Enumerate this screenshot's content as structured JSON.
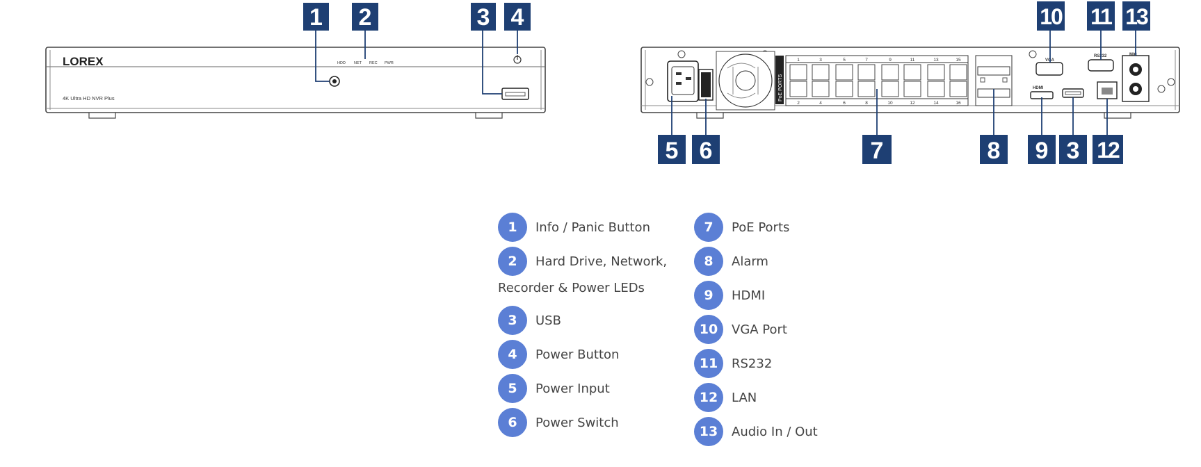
{
  "device": {
    "brand_logo": "LOREX",
    "model_text": "4K Ultra HD NVR Plus",
    "front_leds": [
      "HDD",
      "NET",
      "REC",
      "PWR"
    ],
    "poe_label": "PoE PORTS",
    "port_numbers_top": [
      "1",
      "3",
      "5",
      "7",
      "9",
      "11",
      "13",
      "15"
    ],
    "port_numbers_bottom": [
      "2",
      "4",
      "6",
      "8",
      "10",
      "12",
      "14",
      "16"
    ],
    "rear_labels": {
      "vga": "VGA",
      "rs232": "RS232",
      "mic": "MIC",
      "hdmi": "HDMI"
    }
  },
  "callouts": {
    "front": [
      "1",
      "2",
      "3",
      "4"
    ],
    "rear_top": [
      "10",
      "11",
      "13"
    ],
    "rear_bottom": [
      "5",
      "6",
      "7",
      "8",
      "9",
      "3",
      "12"
    ]
  },
  "legend": {
    "left": [
      {
        "num": "1",
        "label": "Info / Panic Button"
      },
      {
        "num": "2",
        "label_line1": "Hard Drive, Network,",
        "label_line2": "Recorder & Power LEDs"
      },
      {
        "num": "3",
        "label": "USB"
      },
      {
        "num": "4",
        "label": "Power Button"
      },
      {
        "num": "5",
        "label": "Power Input"
      },
      {
        "num": "6",
        "label": "Power Switch"
      }
    ],
    "right": [
      {
        "num": "7",
        "label": "PoE Ports"
      },
      {
        "num": "8",
        "label": "Alarm"
      },
      {
        "num": "9",
        "label": "HDMI"
      },
      {
        "num": "10",
        "label": "VGA Port"
      },
      {
        "num": "11",
        "label": "RS232"
      },
      {
        "num": "12",
        "label": "LAN"
      },
      {
        "num": "13",
        "label": "Audio In / Out"
      }
    ]
  },
  "colors": {
    "callout_box": "#1e3f73",
    "legend_circle": "#5b7fd5"
  }
}
